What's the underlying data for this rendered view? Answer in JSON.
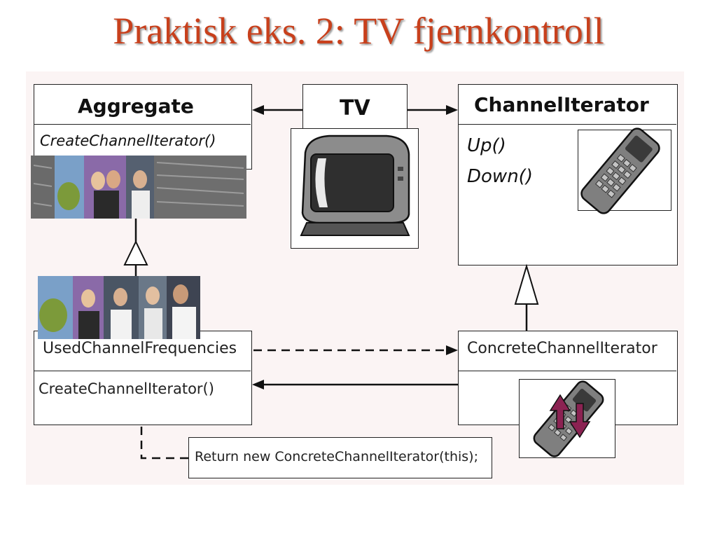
{
  "slide": {
    "title": "Praktisk eks. 2: TV fjernkontroll"
  },
  "diagram": {
    "aggregate": {
      "name": "Aggregate",
      "operation": "CreateChannelIterator()"
    },
    "tv": {
      "name": "TV"
    },
    "channel_iterator": {
      "name": "ChannelIterator",
      "operations": [
        "Up()",
        "Down()"
      ]
    },
    "used_channel_frequencies": {
      "name": "UsedChannelFrequencies",
      "operation": "CreateChannelIterator()"
    },
    "concrete_channel_iterator": {
      "name": "ConcreteChannelIterator"
    },
    "note": {
      "text": "Return new ConcreteChannelIterator(this);"
    }
  },
  "colors": {
    "title": "#c8401c",
    "panel_background": "#fbf4f4",
    "arrow_accent": "#8b2252"
  },
  "icons": [
    "television-icon",
    "remote-control-icon",
    "remote-up-down-icon",
    "tv-show-thumbnails-strip"
  ]
}
